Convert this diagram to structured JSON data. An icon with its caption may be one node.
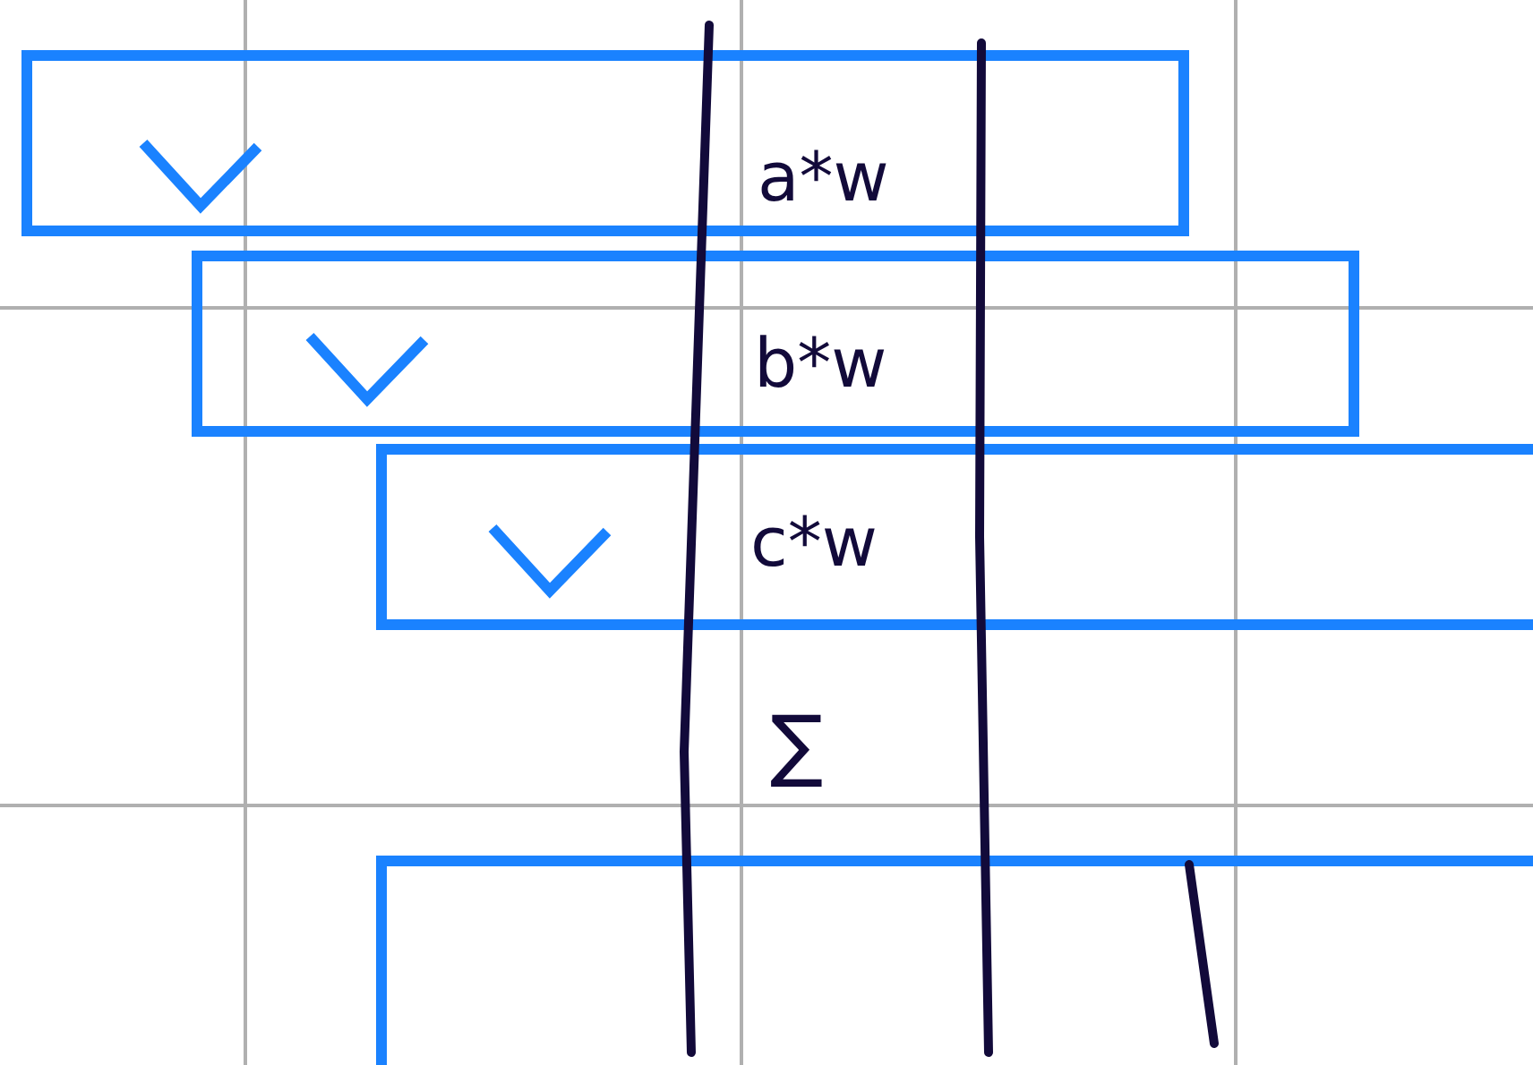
{
  "diagram": {
    "nodes": [
      {
        "text": [
          "a*w"
        ]
      },
      {
        "text": [
          "b*w"
        ]
      },
      {
        "text": [
          "c*w"
        ]
      },
      {
        "text": [],
        "shape": "box"
      }
    ],
    "labels": [
      "∑"
    ]
  }
}
